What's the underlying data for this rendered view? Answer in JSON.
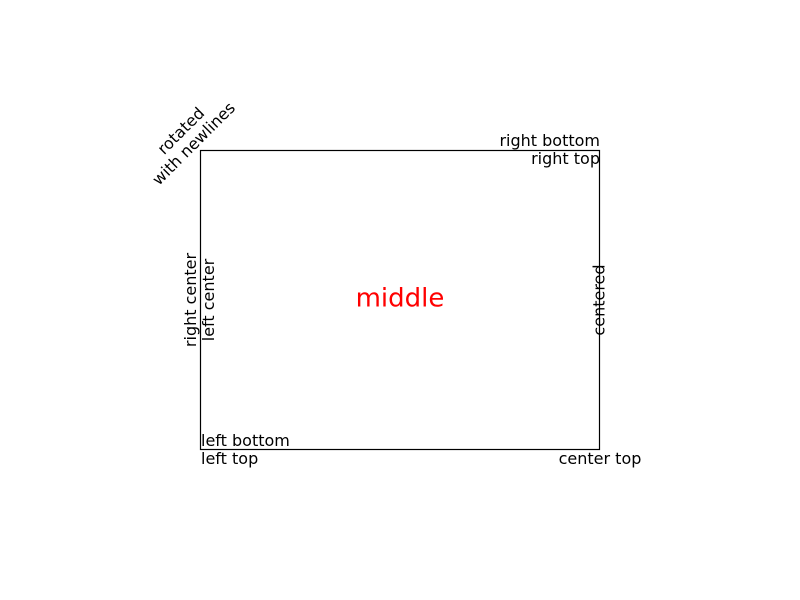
{
  "annotations": {
    "middle": "middle",
    "right_bottom": "right bottom",
    "right_top": "right top",
    "left_bottom": "left bottom",
    "left_top": "left top",
    "center_top": "center top",
    "right_center": "right center",
    "left_center": "left center",
    "centered": "centered",
    "rotated_line1": "rotated",
    "rotated_line2": "with newlines"
  },
  "colors": {
    "frame": "#000000",
    "text": "#000000",
    "middle_text": "#ff0000"
  }
}
